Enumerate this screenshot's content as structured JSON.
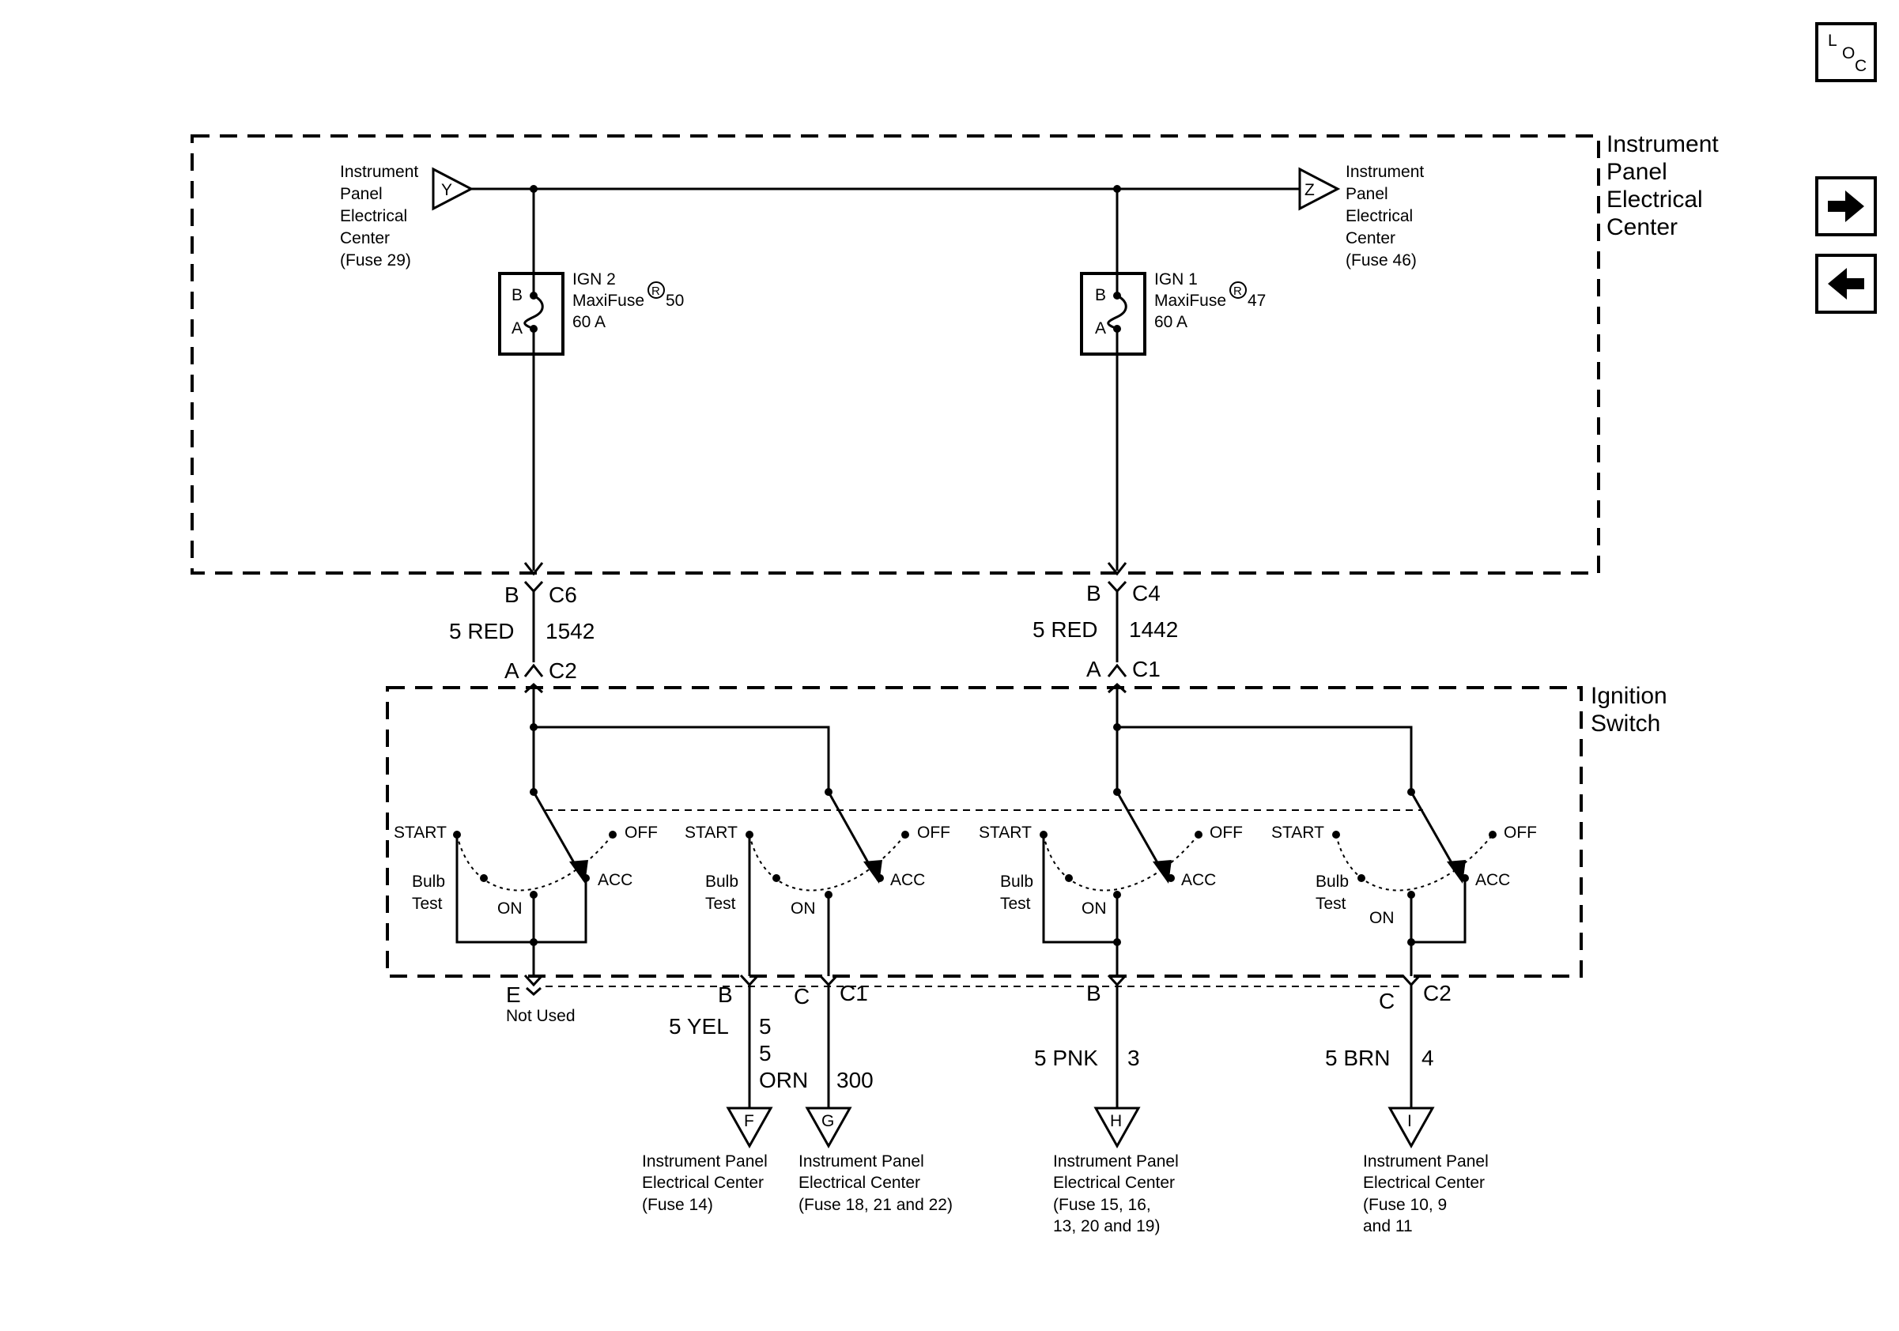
{
  "nav": {
    "loc_letters": [
      "L",
      "O",
      "C"
    ],
    "next_icon": "right-arrow-icon",
    "prev_icon": "left-arrow-icon"
  },
  "ipec": {
    "label_lines": [
      "Instrument",
      "Panel",
      "Electrical",
      "Center"
    ],
    "source_y": {
      "letter": "Y",
      "lines": [
        "Instrument",
        "Panel",
        "Electrical",
        "Center",
        "(Fuse 29)"
      ]
    },
    "source_z": {
      "letter": "Z",
      "lines": [
        "Instrument",
        "Panel",
        "Electrical",
        "Center",
        "(Fuse 46)"
      ]
    },
    "fuse_left": {
      "pin_b": "B",
      "pin_a": "A",
      "name": "IGN 2",
      "type": "MaxiFuse",
      "reg": "R",
      "number": "50",
      "rating": "60 A"
    },
    "fuse_right": {
      "pin_b": "B",
      "pin_a": "A",
      "name": "IGN 1",
      "type": "MaxiFuse",
      "reg": "R",
      "number": "47",
      "rating": "60 A"
    }
  },
  "harness": {
    "left": {
      "top_pin": "B",
      "top_conn": "C6",
      "wire": "5 RED",
      "circuit": "1542",
      "bottom_pin": "A",
      "bottom_conn": "C2"
    },
    "right": {
      "top_pin": "B",
      "top_conn": "C4",
      "wire": "5 RED",
      "circuit": "1442",
      "bottom_pin": "A",
      "bottom_conn": "C1"
    }
  },
  "ignition": {
    "label_lines": [
      "Ignition",
      "Switch"
    ],
    "positions": {
      "start": "START",
      "off": "OFF",
      "acc": "ACC",
      "on": "ON",
      "bulb": "Bulb",
      "test": "Test"
    }
  },
  "outputs": {
    "e": {
      "pin": "E",
      "note": "Not Used"
    },
    "b1": {
      "pin": "B",
      "wire": "5 YEL",
      "circuit": "5"
    },
    "c1": {
      "pin": "C",
      "conn": "C1",
      "wire_lines": [
        "5",
        "ORN"
      ],
      "circuit": "300"
    },
    "b2": {
      "pin": "B",
      "wire": "5 PNK",
      "circuit": "3"
    },
    "c2": {
      "pin": "C",
      "conn": "C2",
      "wire": "5 BRN",
      "circuit": "4"
    }
  },
  "destinations": {
    "f": {
      "letter": "F",
      "lines": [
        "Instrument Panel",
        "Electrical Center",
        "(Fuse 14)"
      ]
    },
    "g": {
      "letter": "G",
      "lines": [
        "Instrument Panel",
        "Electrical Center",
        "(Fuse 18, 21 and 22)"
      ]
    },
    "h": {
      "letter": "H",
      "lines": [
        "Instrument Panel",
        "Electrical Center",
        "(Fuse 15, 16,",
        "13, 20 and 19)"
      ]
    },
    "i": {
      "letter": "I",
      "lines": [
        "Instrument Panel",
        "Electrical Center",
        "(Fuse 10, 9",
        "and 11"
      ]
    }
  }
}
